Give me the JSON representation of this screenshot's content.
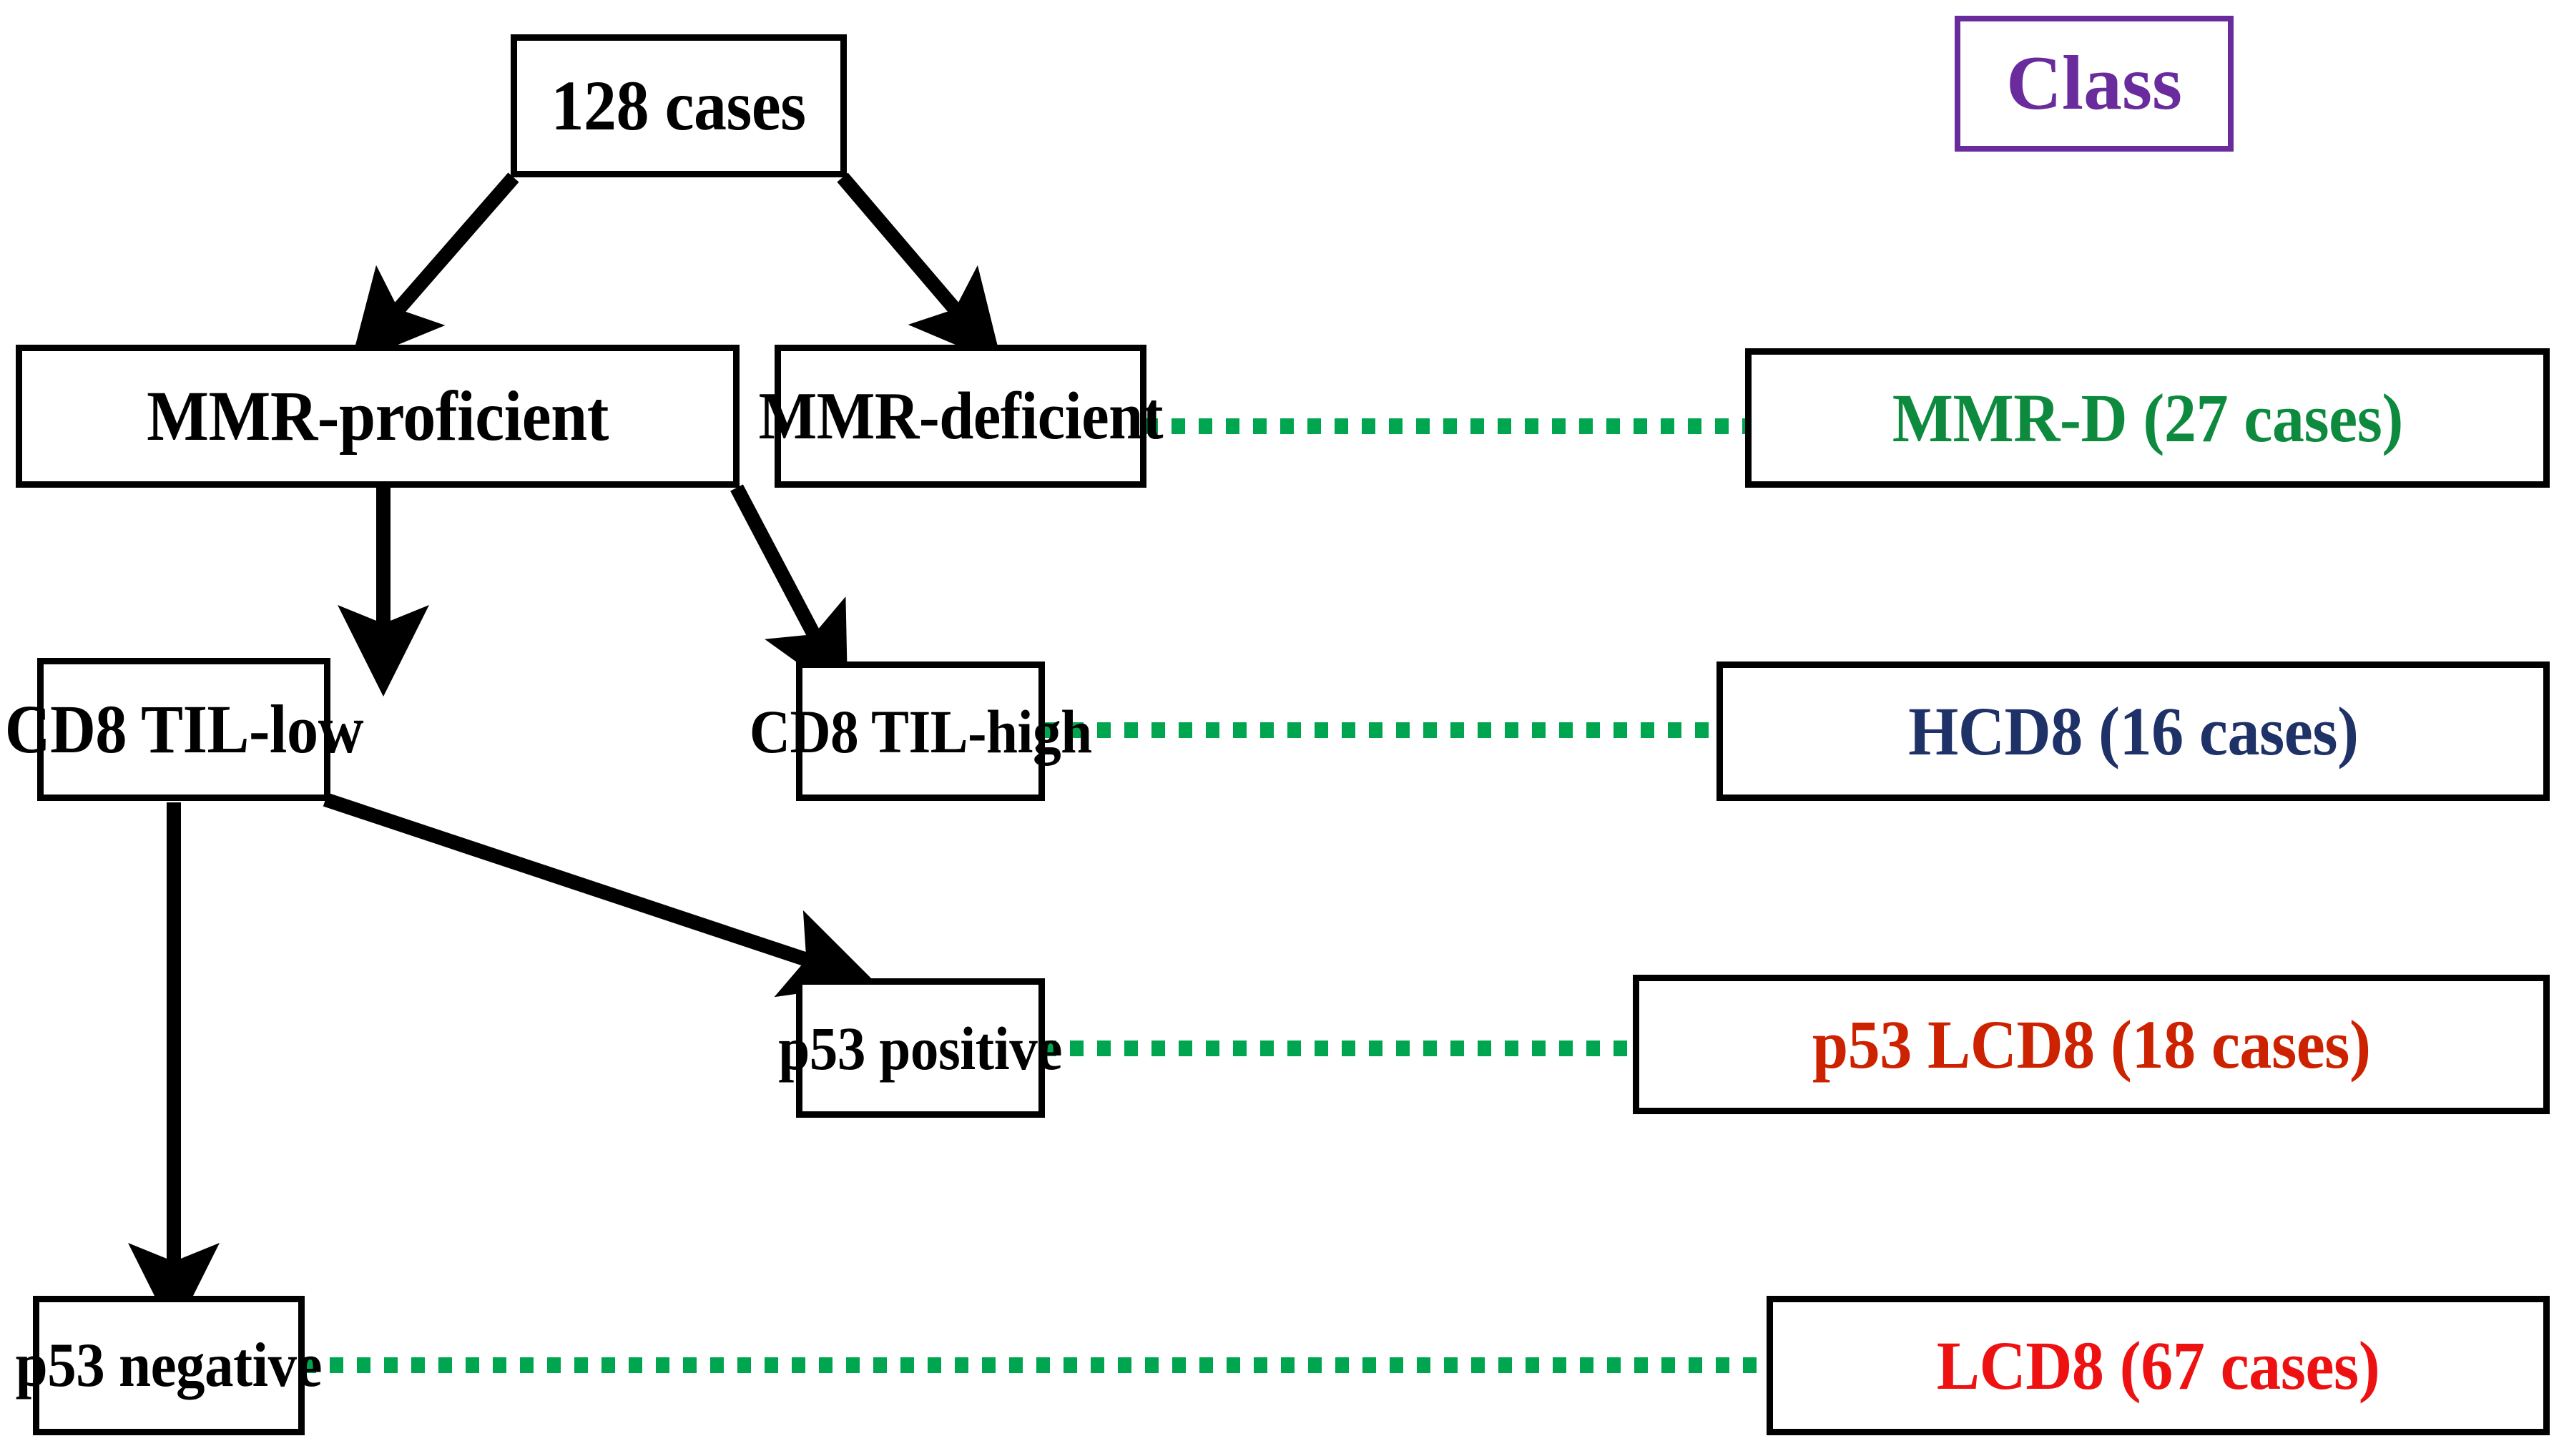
{
  "header": {
    "class_label": "Class",
    "class_color": "#6A2C9C"
  },
  "colors": {
    "node_border": "#000000",
    "node_text": "#000000",
    "connector_green": "#00A550",
    "mmrd_green": "#0D8A3E",
    "hcd8_navy": "#1F3268",
    "p53lcd8_red": "#CC2200",
    "lcd8_red": "#EE1111",
    "class_purple": "#6A2C9C"
  },
  "nodes": {
    "root": {
      "label": "128 cases"
    },
    "mmr_proficient": {
      "label": "MMR-proficient"
    },
    "mmr_deficient": {
      "label": "MMR-deficient"
    },
    "cd8_til_low": {
      "label": "CD8 TIL-low"
    },
    "cd8_til_high": {
      "label": "CD8 TIL-high"
    },
    "p53_positive": {
      "label": "p53 positive"
    },
    "p53_negative": {
      "label": "p53 negative"
    }
  },
  "classes": [
    {
      "id": "mmr-d",
      "label": "MMR-D (27 cases)",
      "color": "#0D8A3E",
      "count": 27,
      "source": "MMR-deficient"
    },
    {
      "id": "hcd8",
      "label": "HCD8 (16 cases)",
      "color": "#1F3268",
      "count": 16,
      "source": "CD8 TIL-high"
    },
    {
      "id": "p53-lcd8",
      "label": "p53 LCD8 (18 cases)",
      "color": "#CC2200",
      "count": 18,
      "source": "p53 positive"
    },
    {
      "id": "lcd8",
      "label": "LCD8 (67 cases)",
      "color": "#EE1111",
      "count": 67,
      "source": "p53 negative"
    }
  ],
  "chart_data": {
    "type": "diagram",
    "title": "Case classification flowchart",
    "total_cases": 128,
    "tree": [
      {
        "from": "128 cases",
        "to": "MMR-proficient",
        "kind": "arrow"
      },
      {
        "from": "128 cases",
        "to": "MMR-deficient",
        "kind": "arrow"
      },
      {
        "from": "MMR-proficient",
        "to": "CD8 TIL-low",
        "kind": "arrow"
      },
      {
        "from": "MMR-proficient",
        "to": "CD8 TIL-high",
        "kind": "arrow"
      },
      {
        "from": "CD8 TIL-low",
        "to": "p53 positive",
        "kind": "arrow"
      },
      {
        "from": "CD8 TIL-low",
        "to": "p53 negative",
        "kind": "arrow"
      },
      {
        "from": "MMR-deficient",
        "to": "MMR-D (27 cases)",
        "kind": "green-dotted"
      },
      {
        "from": "CD8 TIL-high",
        "to": "HCD8 (16 cases)",
        "kind": "green-dotted"
      },
      {
        "from": "p53 positive",
        "to": "p53 LCD8 (18 cases)",
        "kind": "green-dotted"
      },
      {
        "from": "p53 negative",
        "to": "LCD8 (67 cases)",
        "kind": "green-dotted"
      }
    ],
    "class_counts": {
      "MMR-D": 27,
      "HCD8": 16,
      "p53 LCD8": 18,
      "LCD8": 67
    }
  }
}
